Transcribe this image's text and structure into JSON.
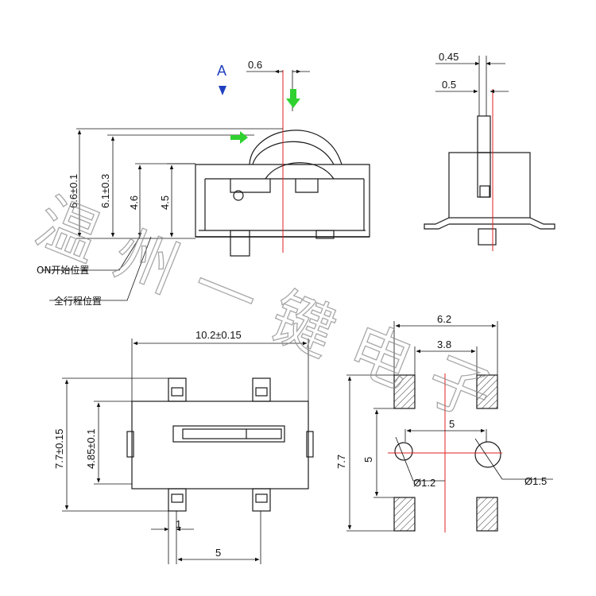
{
  "view_label": "A",
  "side_view": {
    "travel": "0.6",
    "h_total": "6.6±0.1",
    "h_body": "6.1±0.3",
    "h_on": "4.6",
    "h_base": "4.5",
    "note_on": "ON开始位置",
    "note_full": "全行程位置"
  },
  "end_view": {
    "dim_top": "0.45",
    "dim_lever": "0.5"
  },
  "bottom_view": {
    "width": "10.2±0.15",
    "height": "7.7±0.15",
    "inner_height": "4.85±0.1",
    "pin_width": "1",
    "pin_pitch": "5"
  },
  "pcb_layout": {
    "width_outer": "6.2",
    "width_inner": "3.8",
    "height_total": "7.7",
    "height_pads": "5",
    "hole_pitch": "5",
    "hole_small": "Ø1.2",
    "hole_large": "Ø1.5"
  },
  "watermark": "温州一键电子",
  "colors": {
    "line": "#1a1a1a",
    "center_line": "#e02020",
    "arrow_green": "#2fd12f",
    "view_arrow": "#1f3fbf"
  }
}
